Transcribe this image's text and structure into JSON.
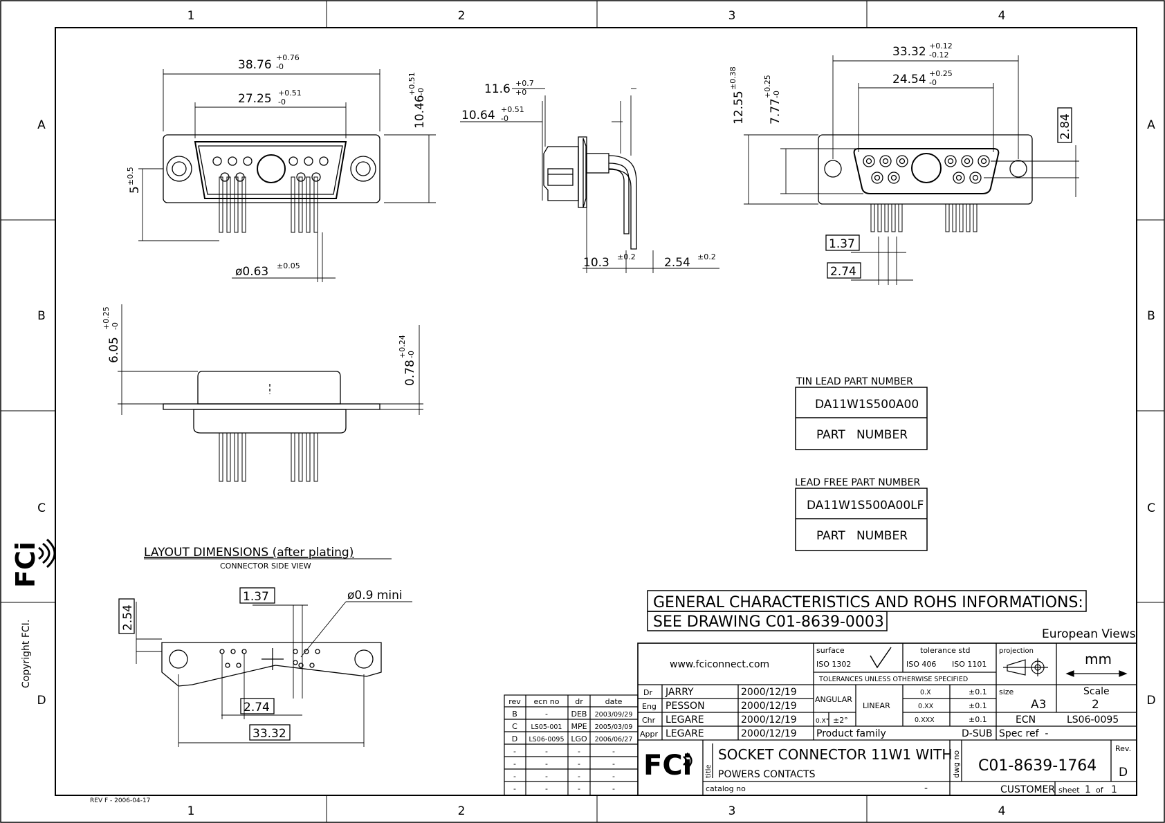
{
  "zones": {
    "columns": [
      "1",
      "2",
      "3",
      "4"
    ],
    "rows": [
      "A",
      "B",
      "C",
      "D"
    ]
  },
  "dimensions": {
    "front_overall": "38.76",
    "front_overall_tol_top": "+0.76",
    "front_overall_tol_bottom": "-0",
    "front_inner": "27.25",
    "front_inner_tol_top": "+0.51",
    "front_inner_tol_bottom": "-0",
    "front_height": "10.46",
    "front_height_tol_top": "+0.51",
    "front_height_tol_bottom": "-0",
    "front_five": "5",
    "front_five_tol": "±0.5",
    "pin_diameter": "ø0.63",
    "pin_diameter_tol": "±0.05",
    "side_11_6": "11.6",
    "side_11_6_tol_top": "+0.7",
    "side_11_6_tol_bottom": "+0",
    "side_10_64": "10.64",
    "side_10_64_tol_top": "+0.51",
    "side_10_64_tol_bottom": "-0",
    "side_10_3": "10.3",
    "side_10_3_tol": "±0.2",
    "side_2_54": "2.54",
    "side_2_54_tol": "±0.2",
    "rear_33_32": "33.32",
    "rear_33_32_tol_top": "+0.12",
    "rear_33_32_tol_bottom": "-0.12",
    "rear_24_54": "24.54",
    "rear_24_54_tol_top": "+0.25",
    "rear_24_54_tol_bottom": "-0",
    "rear_12_55": "12.55",
    "rear_12_55_tol": "±0.38",
    "rear_7_77": "7.77",
    "rear_7_77_tol_top": "+0.25",
    "rear_7_77_tol_bottom": "-0",
    "rear_2_84": "2.84",
    "rear_1_37": "1.37",
    "rear_2_74": "2.74",
    "bottom_6_05": "6.05",
    "bottom_6_05_tol_top": "+0.25",
    "bottom_6_05_tol_bottom": "-0",
    "bottom_0_78": "0.78",
    "bottom_0_78_tol_top": "+0.24",
    "bottom_0_78_tol_bottom": "-0",
    "layout_2_54": "2.54",
    "layout_1_37": "1.37",
    "layout_hole": "ø0.9 mini",
    "layout_2_74": "2.74",
    "layout_33_32": "33.32"
  },
  "layout_title": "LAYOUT DIMENSIONS (after plating)",
  "layout_subtitle": "CONNECTOR SIDE VIEW",
  "tin_lead": {
    "header": "TIN LEAD PART NUMBER",
    "value": "DA11W1S500A00",
    "label": "PART   NUMBER"
  },
  "lead_free": {
    "header": "LEAD FREE PART NUMBER",
    "value": "DA11W1S500A00LF",
    "label": "PART   NUMBER"
  },
  "general_note": {
    "line1": "GENERAL CHARACTERISTICS AND ROHS INFORMATIONS:",
    "line2": "SEE DRAWING C01-8639-0003"
  },
  "european_views": "European Views",
  "copyright": "Copyright FCI.",
  "logo_text": "FCi",
  "rev_stamp": "REV F - 2006-04-17",
  "title_block": {
    "website": "www.fciconnect.com",
    "surface_label": "surface",
    "surface_value": "ISO 1302",
    "tolerance_label": "tolerance std",
    "tolerance_iso1": "ISO 406",
    "tolerance_iso2": "ISO 1101",
    "tolerance_note": "TOLERANCES UNLESS OTHERWISE SPECIFIED",
    "projection_label": "projection",
    "units": "mm",
    "angular": "ANGULAR",
    "linear": "LINEAR",
    "angular_fmt": "0.X°",
    "angular_tol": "±2°",
    "lin_rows": [
      {
        "fmt": "0.X",
        "tol": "±0.1"
      },
      {
        "fmt": "0.XX",
        "tol": "±0.1"
      },
      {
        "fmt": "0.XXX",
        "tol": "±0.1"
      }
    ],
    "size_label": "size",
    "size_value": "A3",
    "scale_label": "Scale",
    "scale_value": "2",
    "ecn_label": "ECN",
    "ecn_value": "LS06-0095",
    "spec_ref": "Spec ref  -",
    "product_family_label": "Product family",
    "product_family_value": "D-SUB",
    "signers": [
      {
        "role": "Dr",
        "name": "JARRY",
        "date": "2000/12/19"
      },
      {
        "role": "Eng",
        "name": "PESSON",
        "date": "2000/12/19"
      },
      {
        "role": "Chr",
        "name": "LEGARE",
        "date": "2000/12/19"
      },
      {
        "role": "Appr",
        "name": "LEGARE",
        "date": "2000/12/19"
      }
    ],
    "title_label": "title",
    "title_line1": "SOCKET CONNECTOR 11W1 WITH",
    "title_line2": "POWERS CONTACTS",
    "catalog_label": "catalog no",
    "catalog_value": "-",
    "dwg_label": "dwg no",
    "dwg_value": "C01-8639-1764",
    "rev_label": "Rev.",
    "rev_value": "D",
    "customer": "CUSTOMER",
    "sheet_label": "sheet",
    "sheet_num": "1",
    "sheet_of": "of",
    "sheet_total": "1"
  },
  "revisions": {
    "headers": [
      "rev",
      "ecn no",
      "dr",
      "date"
    ],
    "rows": [
      [
        "B",
        "-",
        "DEB",
        "2003/09/29"
      ],
      [
        "C",
        "LS05-001",
        "MPE",
        "2005/03/09"
      ],
      [
        "D",
        "LS06-0095",
        "LGO",
        "2006/06/27"
      ],
      [
        "-",
        "-",
        "-",
        "-"
      ],
      [
        "-",
        "-",
        "-",
        "-"
      ],
      [
        "-",
        "-",
        "-",
        "-"
      ],
      [
        "-",
        "-",
        "-",
        "-"
      ]
    ]
  }
}
